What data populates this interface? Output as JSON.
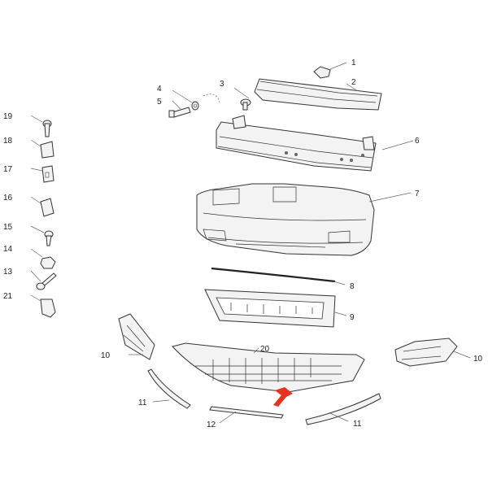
{
  "diagram": {
    "callouts": [
      "1",
      "2",
      "3",
      "4",
      "5",
      "6",
      "7",
      "8",
      "9",
      "10",
      "10",
      "11",
      "11",
      "12",
      "13",
      "14",
      "15",
      "16",
      "17",
      "18",
      "19",
      "20",
      "21"
    ],
    "colors": {
      "line": "#333333",
      "leader": "#666666",
      "arrow": "#e8321e"
    },
    "arrow_icon": "red-down-arrow-icon"
  }
}
